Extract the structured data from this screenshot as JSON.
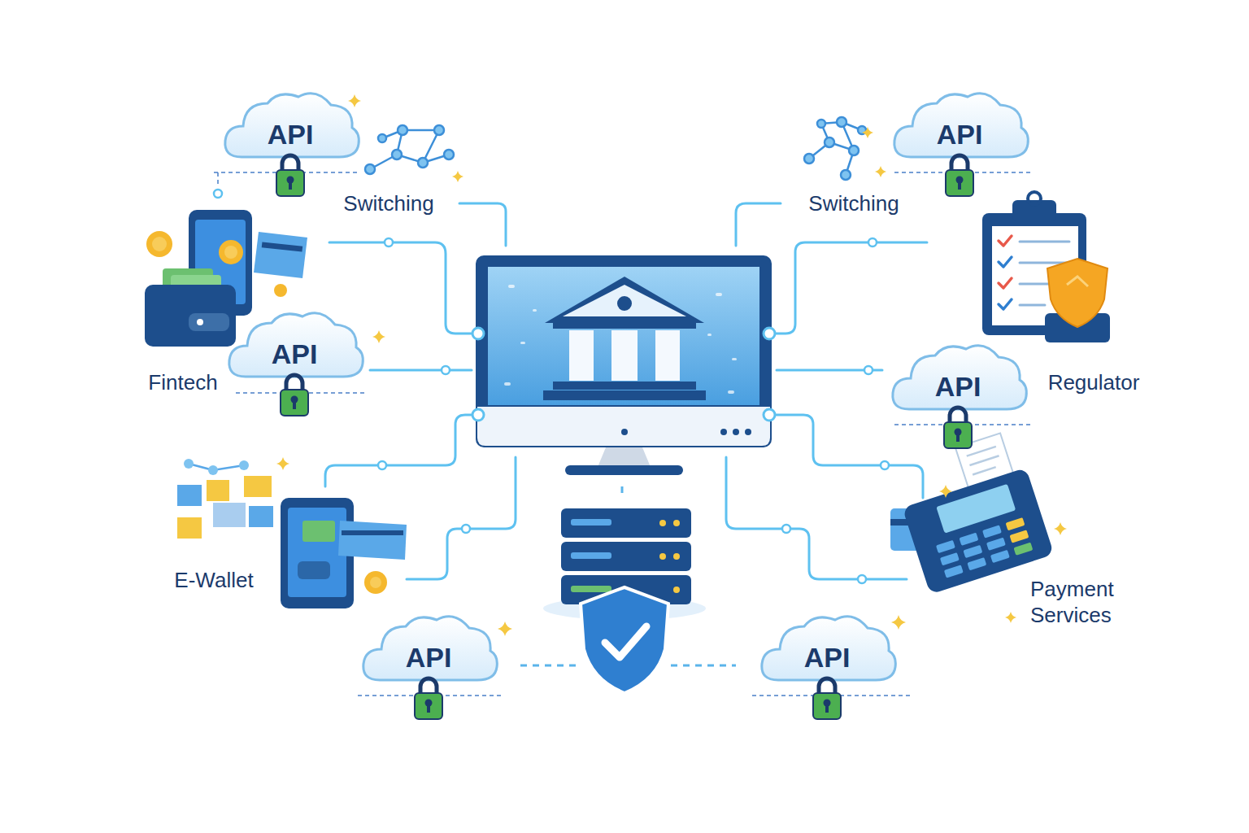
{
  "diagram": {
    "nodes": [
      {
        "text": [
          "API"
        ]
      },
      {
        "text": [
          "API"
        ]
      },
      {
        "text": [
          "API"
        ]
      },
      {
        "text": [
          "API"
        ]
      },
      {
        "text": [
          "API"
        ]
      },
      {
        "text": [
          "API"
        ]
      }
    ],
    "labels": [
      "Switching",
      "Switching",
      "Fintech",
      "Regulator",
      "E-Wallet",
      "Payment Services"
    ]
  }
}
